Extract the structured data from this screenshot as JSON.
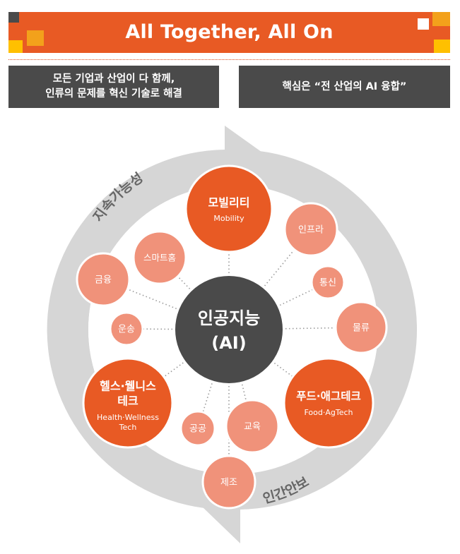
{
  "header": {
    "title": "All Together, All On",
    "accent_color": "#e85a24",
    "square_colors": [
      "#4a4a4a",
      "#f3a11b",
      "#e85a24",
      "#ffffff",
      "#ffc000"
    ]
  },
  "boxes": {
    "left_line1": "모든 기업과 산업이 다 함께,",
    "left_line2": "인류의 문제를 혁신 기술로 해결",
    "right": "핵심은 “전 산업의 AI 융합”"
  },
  "diagram": {
    "ring_labels": {
      "top": "지속가능성",
      "bottom": "인간안보"
    },
    "center": {
      "line1": "인공지능",
      "line2": "(AI)"
    },
    "major": {
      "mobility": {
        "ko": "모빌리티",
        "en": "Mobility"
      },
      "health": {
        "ko_line1": "헬스·웰니스",
        "ko_line2": "테크",
        "en_line1": "Health·Wellness",
        "en_line2": "Tech"
      },
      "food": {
        "ko": "푸드·애그테크",
        "en": "Food·AgTech"
      }
    },
    "minor": {
      "infra": "인프라",
      "telecom": "통신",
      "logistics": "물류",
      "smarthome": "스마트홈",
      "finance": "금융",
      "transport": "운송",
      "public": "공공",
      "education": "교육",
      "manufacturing": "제조"
    },
    "colors": {
      "major_fill": "#e85a24",
      "minor_fill": "#f0927a",
      "center_fill": "#4a4a4a",
      "ring_fill": "#d6d6d6"
    }
  }
}
